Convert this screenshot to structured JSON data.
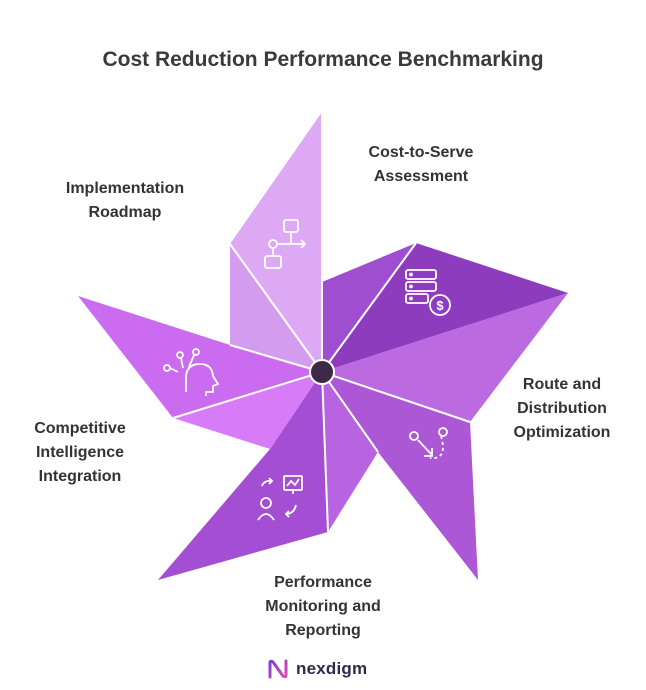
{
  "title": "Cost Reduction Performance Benchmarking",
  "colors": {
    "blade_top_light": "#DDA8F4",
    "blade_top_dark": "#D49CEE",
    "blade_right_upper_light": "#A04ED0",
    "blade_right_upper_dark": "#8D3CBE",
    "blade_right_lower_light": "#BC6AE0",
    "blade_right_lower_dark": "#AC58D6",
    "blade_bottom_light": "#B864E0",
    "blade_bottom_dark": "#A44ED3",
    "blade_left_light": "#D77BF8",
    "blade_left_dark": "#CB6CF0",
    "hub": "#3E2A48",
    "icon_stroke": "#FFFFFF"
  },
  "labels": {
    "implementation": [
      "Implementation",
      "Roadmap"
    ],
    "cost_to_serve": [
      "Cost-to-Serve",
      "Assessment"
    ],
    "route": [
      "Route and",
      "Distribution",
      "Optimization"
    ],
    "competitive": [
      "Competitive",
      "Intelligence",
      "Integration"
    ],
    "performance": [
      "Performance",
      "Monitoring and",
      "Reporting"
    ]
  },
  "icons": {
    "implementation": "flowchart-icon",
    "cost_to_serve": "server-dollar-icon",
    "route": "route-arrow-icon",
    "competitive": "head-ideas-icon",
    "performance": "person-chart-icon"
  },
  "logo": {
    "text": "nexdigm"
  }
}
